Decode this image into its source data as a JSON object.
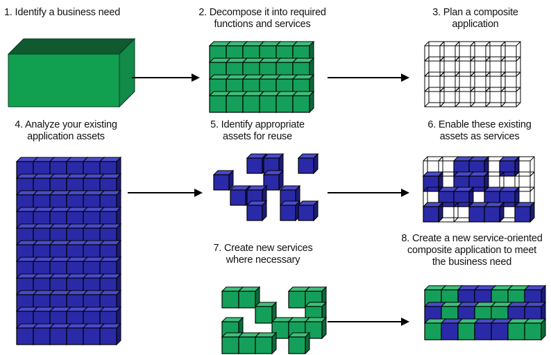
{
  "steps": {
    "s1": "1. Identify a business need",
    "s2": [
      "2. Decompose it into required",
      "functions and services"
    ],
    "s3": [
      "3. Plan a composite",
      "application"
    ],
    "s4": [
      "4. Analyze your existing",
      "application assets"
    ],
    "s5": [
      "5. Identify appropriate",
      "assets for reuse"
    ],
    "s6": [
      "6. Enable these existing",
      "assets as services"
    ],
    "s7": [
      "7. Create new services",
      "where necessary"
    ],
    "s8": [
      "8. Create a new service-oriented",
      "composite application to meet",
      "the business need"
    ]
  },
  "colors": {
    "green": "#14a05a",
    "green_top": "#3fbf7a",
    "green_side": "#0b6a3a",
    "green_dark": "#0e6b35",
    "blue": "#2a2aa8",
    "blue_top": "#4a4ac8",
    "blue_side": "#1b1b78",
    "outline": "#000000",
    "arrow": "#000000"
  }
}
